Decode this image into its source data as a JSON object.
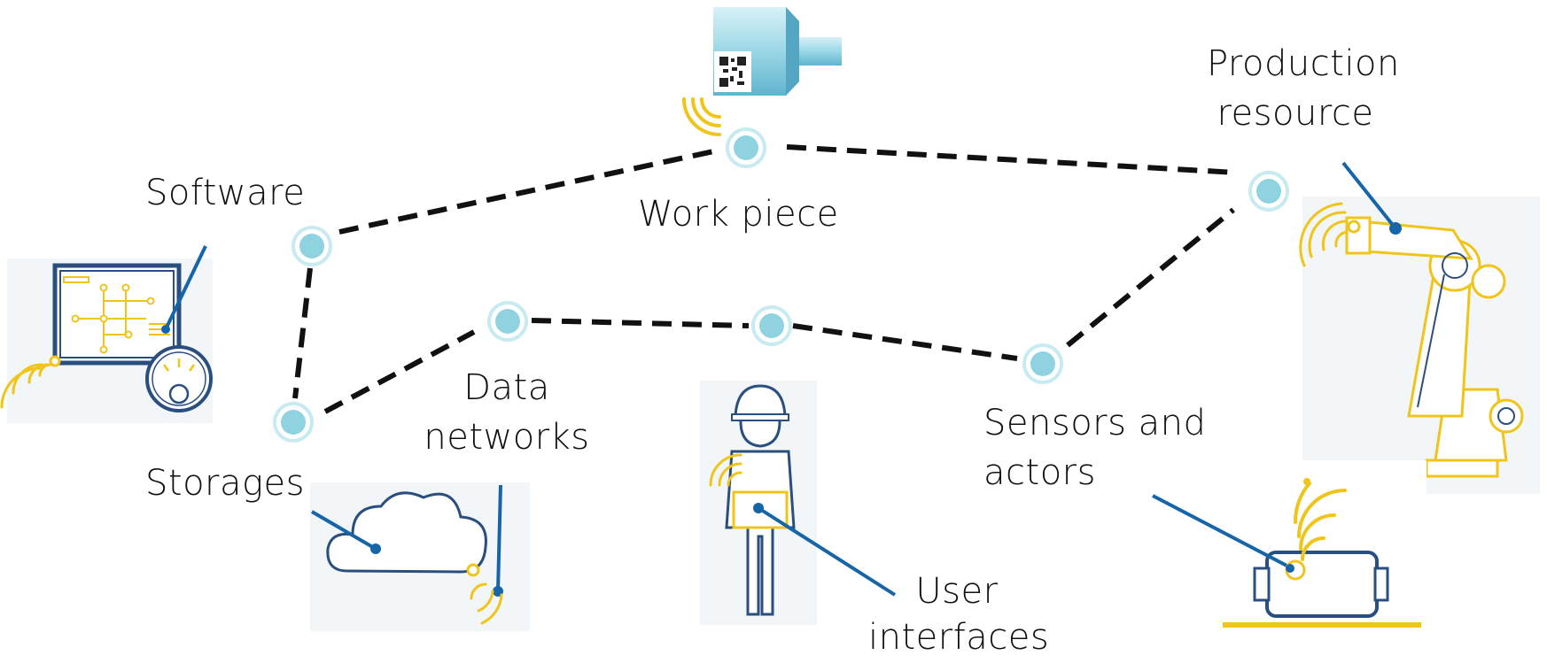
{
  "labels": {
    "software": "Software",
    "work_piece": "Work piece",
    "production_resource": [
      "Production",
      "resource"
    ],
    "data_networks": [
      "Data",
      "networks"
    ],
    "storages": "Storages",
    "sensors_actors": [
      "Sensors and",
      "actors"
    ],
    "user_interfaces": [
      "User",
      "interfaces"
    ]
  },
  "colors": {
    "node_fill": "#8fd3e0",
    "node_ring": "#bfe6ee",
    "edge": "#111111",
    "accent_blue": "#1565a8",
    "accent_yellow": "#f0c419",
    "outline": "#2a4f7f"
  },
  "icons": [
    "dashboard-icon",
    "cloud-icon",
    "worker-icon",
    "robot-arm-icon",
    "qr-workpiece-icon",
    "motor-sensor-icon",
    "wireless-signal-icon"
  ]
}
